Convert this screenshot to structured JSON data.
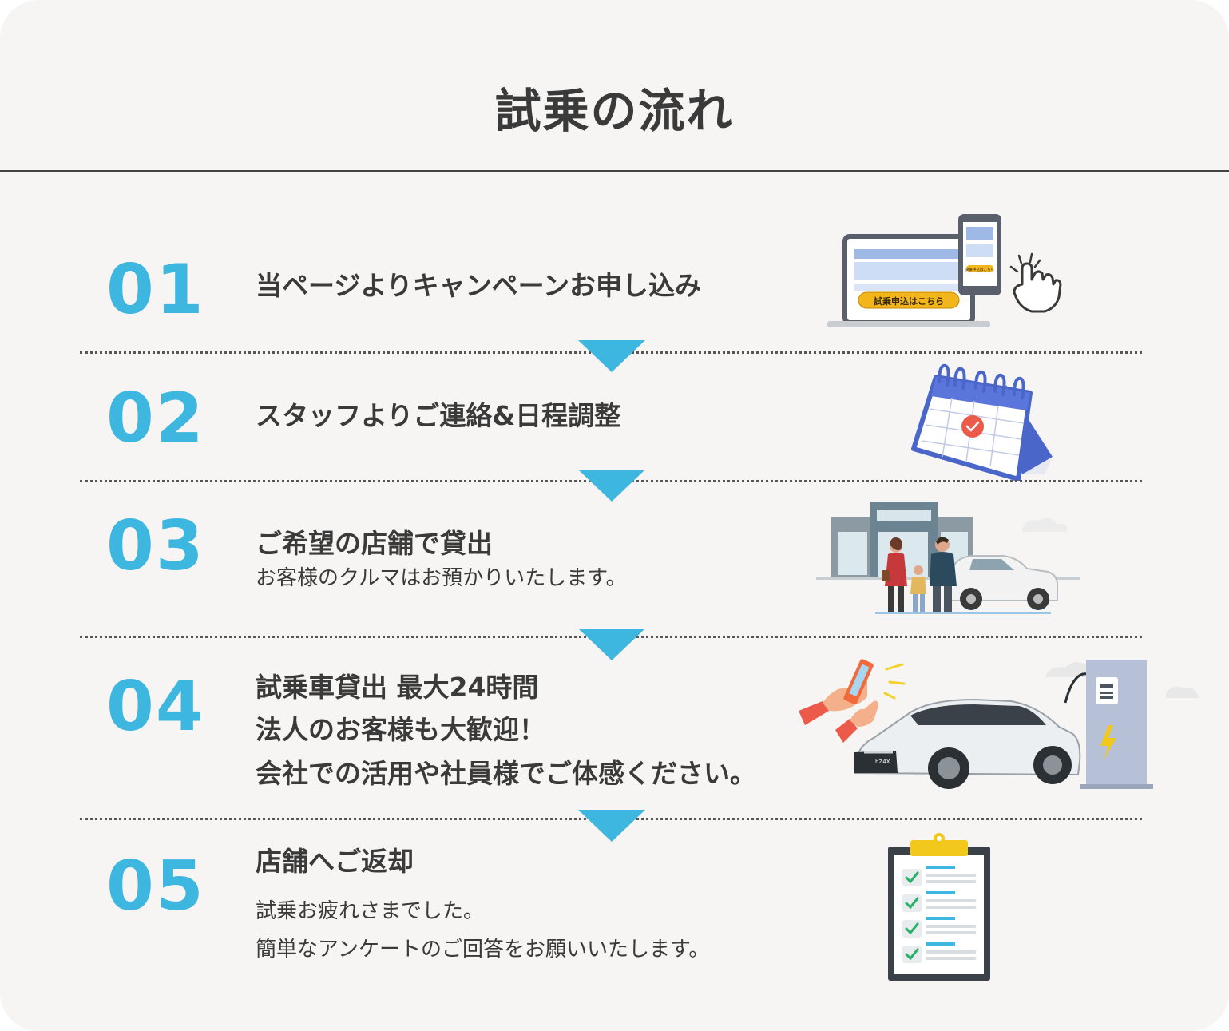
{
  "page": {
    "title": "試乗の流れ"
  },
  "steps": [
    {
      "number": "01",
      "heading": "当ページよりキャンペーンお申し込み",
      "illustration": "laptop-smartphone-apply-icon",
      "button_text": "試乗申込はこちら",
      "phone_button_text": "試乗申込はこちら"
    },
    {
      "number": "02",
      "heading": "スタッフよりご連絡&日程調整",
      "illustration": "calendar-icon"
    },
    {
      "number": "03",
      "heading": "ご希望の店舗で貸出",
      "sub": "お客様のクルマはお預かりいたします。",
      "illustration": "dealership-family-icon"
    },
    {
      "number": "04",
      "heading_lines": [
        "試乗車貸出 最大24時間",
        "法人のお客様も大歓迎！",
        "会社での活用や社員様でご体感ください。"
      ],
      "illustration": "ev-car-charger-icon",
      "car_badge": "bZ4X"
    },
    {
      "number": "05",
      "heading": "店舗へご返却",
      "sub_lines": [
        "試乗お疲れさまでした。",
        "簡単なアンケートのご回答をお願いいたします。"
      ],
      "illustration": "checklist-clipboard-icon"
    }
  ],
  "colors": {
    "accent": "#3db7e0",
    "background": "#f6f5f3",
    "text": "#3a3a3a"
  }
}
